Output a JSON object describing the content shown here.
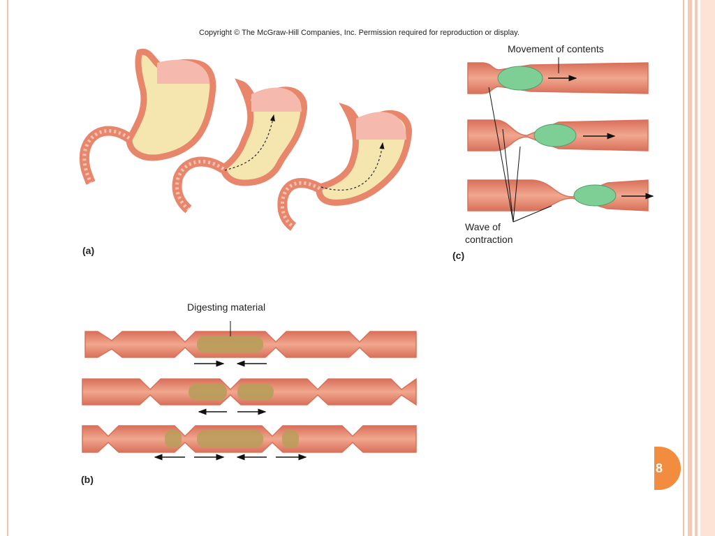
{
  "copyright": "Copyright © The McGraw-Hill Companies, Inc. Permission required for reproduction or display.",
  "panels": {
    "a": "(a)",
    "b": "(b)",
    "c": "(c)"
  },
  "labels": {
    "movement": "Movement of contents",
    "wave_line1": "Wave of",
    "wave_line2": "contraction",
    "digesting": "Digesting material"
  },
  "page_number": "8",
  "colors": {
    "muscle": "#e8866c",
    "muscle_light": "#f0a58c",
    "stomach_fill": "#f5e6b0",
    "bolus_green": "#7ecf96",
    "chyme_brown": "#b89d5a",
    "accent": "#f28c3e"
  }
}
